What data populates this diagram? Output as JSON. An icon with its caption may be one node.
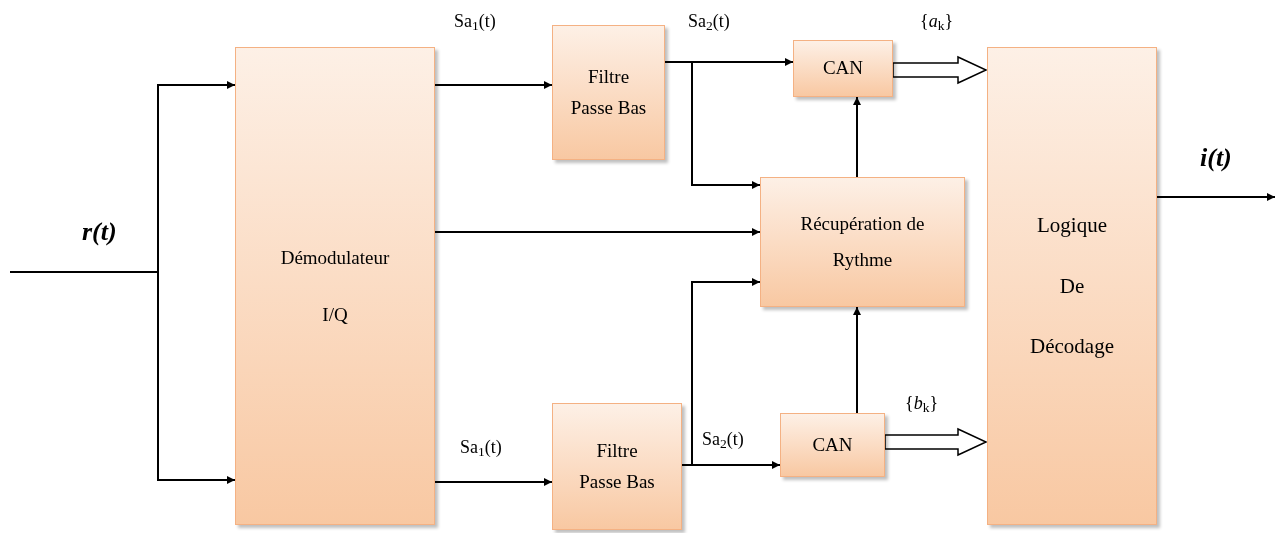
{
  "diagram": {
    "nodes": [
      {
        "text": [
          "Démodulateur I/Q"
        ]
      },
      {
        "text": [
          "Filtre Passe Bas"
        ]
      },
      {
        "text": [
          "Filtre Passe Bas"
        ]
      },
      {
        "text": [
          "CAN"
        ]
      },
      {
        "text": [
          "Récupération de Rythme"
        ]
      },
      {
        "text": [
          "CAN"
        ]
      },
      {
        "text": [
          "Logique De Décodage"
        ]
      }
    ],
    "edges": [
      {
        "from": null,
        "to": 0,
        "arrow": "to",
        "label": "r(t)"
      },
      {
        "from": null,
        "to": 0,
        "arrow": "to"
      },
      {
        "from": 0,
        "to": 1,
        "arrow": "to",
        "label": "Sa$_{1}$(t)"
      },
      {
        "from": 0,
        "to": 2,
        "arrow": "to",
        "label": "Sa$_{1}$(t)"
      },
      {
        "from": 0,
        "to": 4,
        "arrow": "to"
      },
      {
        "from": 1,
        "to": 3,
        "arrow": "to",
        "label": "Sa$_{2}$(t)"
      },
      {
        "from": 1,
        "to": 4,
        "arrow": "to"
      },
      {
        "from": 2,
        "to": 5,
        "arrow": "to",
        "label": "Sa$_{2}$(t)"
      },
      {
        "from": 2,
        "to": 4,
        "arrow": "to"
      },
      {
        "from": 4,
        "to": 3,
        "arrow": "to"
      },
      {
        "from": 5,
        "to": 4,
        "arrow": "to"
      },
      {
        "from": 3,
        "to": 6,
        "arrow": "to",
        "style": "thick",
        "label": "{*a*$_{k}$}"
      },
      {
        "from": 5,
        "to": 6,
        "arrow": "to",
        "style": "thick",
        "label": "{*b*$_{k}$}"
      },
      {
        "from": 6,
        "to": null,
        "arrow": "to",
        "label": "i(t)"
      }
    ]
  }
}
